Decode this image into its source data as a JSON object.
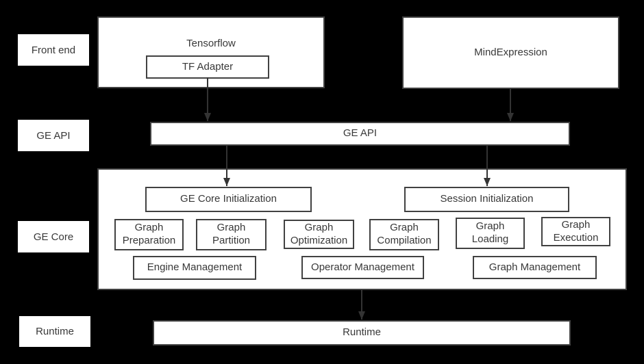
{
  "palette": {
    "background": "#000000",
    "box_fill": "#ffffff",
    "border_color": "#414141",
    "text_color": "#383838",
    "arrow_color": "#333333"
  },
  "row_labels": {
    "front_end": "Front end",
    "ge_api": "GE API",
    "ge_core": "GE Core",
    "runtime": "Runtime"
  },
  "front_end": {
    "tensorflow_label": "Tensorflow",
    "tf_adapter_label": "TF Adapter",
    "mindexpression_label": "MindExpression"
  },
  "ge_api": {
    "bar_label": "GE API"
  },
  "ge_core": {
    "core_init_label": "GE Core Initialization",
    "session_init_label": "Session Initialization",
    "modules": [
      "Graph Preparation",
      "Graph Partition",
      "Graph Optimization",
      "Graph Compilation",
      "Graph Loading",
      "Graph Execution"
    ],
    "management": [
      "Engine Management",
      "Operator Management",
      "Graph Management"
    ]
  },
  "runtime": {
    "bar_label": "Runtime"
  }
}
